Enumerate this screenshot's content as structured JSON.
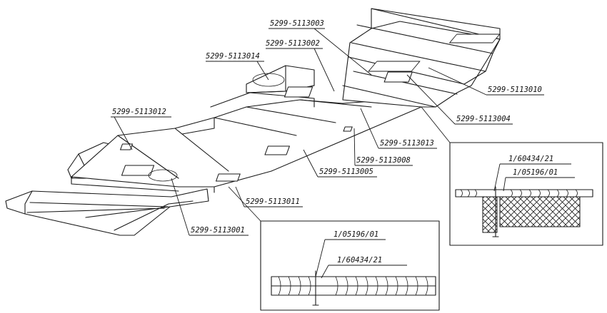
{
  "callouts": [
    {
      "id": "c5113003",
      "text": "5299-5113003"
    },
    {
      "id": "c5113002",
      "text": "5299-5113002"
    },
    {
      "id": "c5113014",
      "text": "5299-5113014"
    },
    {
      "id": "c5113012",
      "text": "5299-5113012"
    },
    {
      "id": "c5113010",
      "text": "5299-5113010"
    },
    {
      "id": "c5113004",
      "text": "5299-5113004"
    },
    {
      "id": "c5113013",
      "text": "5299-5113013"
    },
    {
      "id": "c5113008",
      "text": "5299-5113008"
    },
    {
      "id": "c5113005",
      "text": "5299-5113005"
    },
    {
      "id": "c5113011",
      "text": "5299-5113011"
    },
    {
      "id": "c5113001",
      "text": "5299-5113001"
    }
  ],
  "detail_right": {
    "label_top": "1/60434/21",
    "label_bottom": "1/05196/01"
  },
  "detail_bottom": {
    "label_top": "1/05196/01",
    "label_bottom": "1/60434/21"
  }
}
